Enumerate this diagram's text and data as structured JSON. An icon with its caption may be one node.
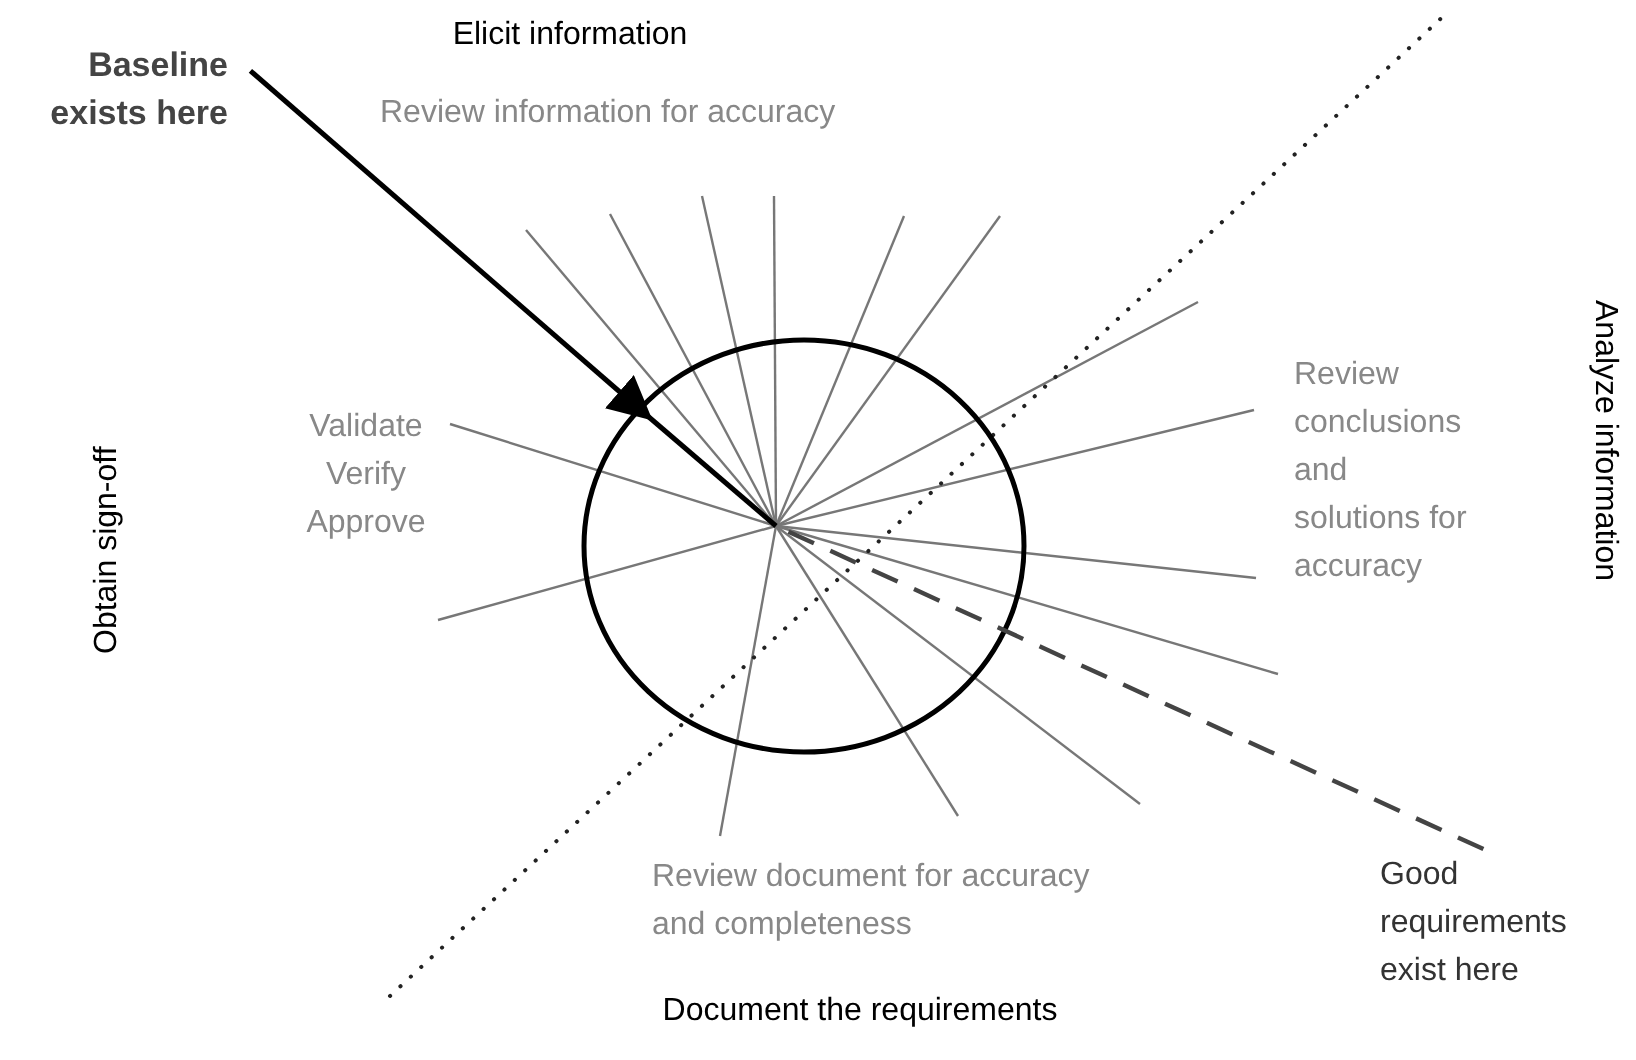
{
  "diagram": {
    "nodes": [
      {
        "text": [
          "Baseline exists here"
        ]
      },
      {
        "text": [
          "Good requirements exist here"
        ]
      }
    ],
    "edges": [
      {
        "from": 0,
        "to": null,
        "arrow": "to"
      },
      {
        "from": 1,
        "to": null,
        "arrow": "none",
        "style": "dashed"
      }
    ],
    "labels": [
      "Elicit information",
      "Review information for accuracy",
      "Obtain sign-off",
      "Validate Verify Approve",
      "Analyze information",
      "Review conclusions and solutions for accuracy",
      "Review document for accuracy and completeness",
      "Document the requirements"
    ]
  }
}
